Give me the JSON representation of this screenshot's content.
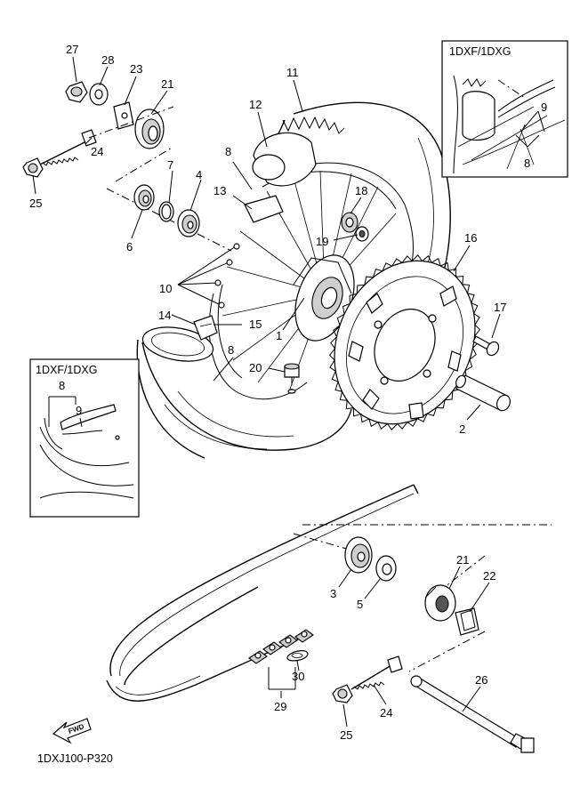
{
  "diagram": {
    "code": "1DXJ100-P320",
    "fwd_label": "FWD",
    "insets": [
      {
        "title": "1DXF/1DXG"
      },
      {
        "title": "1DXF/1DXG"
      }
    ],
    "callouts": [
      "1",
      "2",
      "3",
      "4",
      "5",
      "6",
      "7",
      "8",
      "8",
      "8",
      "8",
      "9",
      "9",
      "10",
      "11",
      "12",
      "13",
      "14",
      "15",
      "16",
      "17",
      "18",
      "19",
      "20",
      "21",
      "21",
      "22",
      "23",
      "24",
      "24",
      "25",
      "25",
      "26",
      "27",
      "28",
      "29",
      "30"
    ]
  }
}
